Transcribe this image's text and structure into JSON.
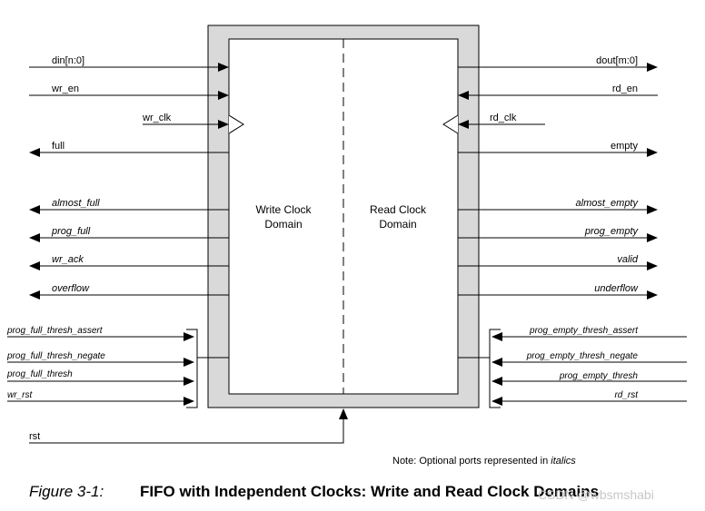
{
  "domains": {
    "write": [
      "Write Clock",
      "Domain"
    ],
    "read": [
      "Read Clock",
      "Domain"
    ]
  },
  "left_ports": {
    "din": "din[n:0]",
    "wr_en": "wr_en",
    "wr_clk": "wr_clk",
    "full": "full",
    "almost_full": "almost_full",
    "prog_full": "prog_full",
    "wr_ack": "wr_ack",
    "overflow": "overflow",
    "prog_full_thresh_assert": "prog_full_thresh_assert",
    "prog_full_thresh_negate": "prog_full_thresh_negate",
    "prog_full_thresh": "prog_full_thresh",
    "wr_rst": "wr_rst"
  },
  "right_ports": {
    "dout": "dout[m:0]",
    "rd_en": "rd_en",
    "rd_clk": "rd_clk",
    "empty": "empty",
    "almost_empty": "almost_empty",
    "prog_empty": "prog_empty",
    "valid": "valid",
    "underflow": "underflow",
    "prog_empty_thresh_assert": "prog_empty_thresh_assert",
    "prog_empty_thresh_negate": "prog_empty_thresh_negate",
    "prog_empty_thresh": "prog_empty_thresh",
    "rd_rst": "rd_rst"
  },
  "bottom_ports": {
    "rst": "rst"
  },
  "note": {
    "prefix": "Note: Optional ports represented in ",
    "emph": "italics"
  },
  "caption": {
    "label": "Figure 3-1:",
    "title": "FIFO with Independent Clocks: Write and Read Clock Domains"
  },
  "watermark": "CSDN @wbsmshabi",
  "colors": {
    "frame": "#d9d9d9",
    "line": "#000000",
    "watermark": "#c8c8c8"
  }
}
